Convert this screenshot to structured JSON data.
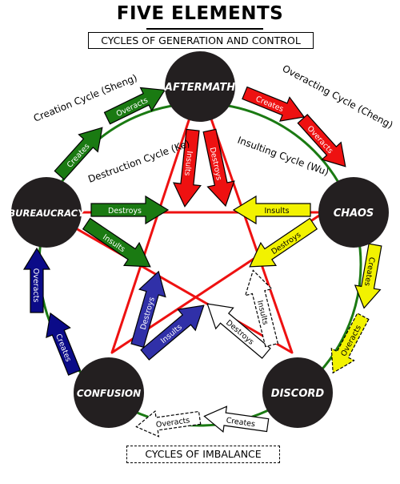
{
  "title": "FIVE ELEMENTS",
  "subtitle": "CYCLES OF GENERATION AND CONTROL",
  "footer": "CYCLES OF IMBALANCE",
  "cycle_labels": {
    "creation": "Creation Cycle (Sheng)",
    "destruction": "Destruction Cycle (Ke)",
    "overacting": "Overacting Cycle (Cheng)",
    "insulting": "Insulting Cycle (Wu)"
  },
  "nodes": {
    "aftermath": "AFTERMATH",
    "chaos": "CHAOS",
    "discord": "DISCORD",
    "confusion": "CONFUSION",
    "bureaucracy": "BUREAUCRACY"
  },
  "arrow_labels": {
    "creates": "Creates",
    "overacts": "Overacts",
    "destroys": "Destroys",
    "insults": "Insults"
  },
  "colors": {
    "green": "#1a7a12",
    "red": "#ee1111",
    "yellow": "#f2f200",
    "blue": "#0b0b88",
    "node": "#231f20",
    "circle": "#1a7a12"
  }
}
